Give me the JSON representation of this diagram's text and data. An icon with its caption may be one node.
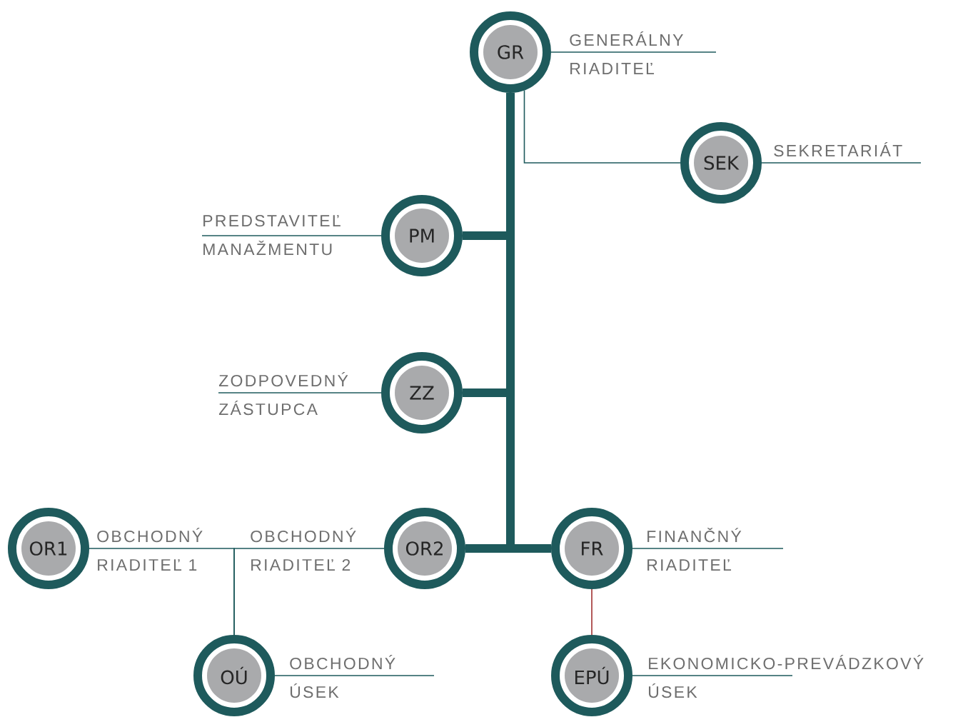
{
  "diagram": {
    "nodes": [
      {
        "text": [
          "GR"
        ],
        "beside": [
          "GENERÁLNY RIADITEĽ"
        ]
      },
      {
        "text": [
          "SEK"
        ],
        "beside": [
          "SEKRETARIÁT"
        ]
      },
      {
        "text": [
          "PM"
        ],
        "beside": [
          "PREDSTAVITEĽ MANAŽMENTU"
        ]
      },
      {
        "text": [
          "ZZ"
        ],
        "beside": [
          "ZODPOVEDNÝ ZÁSTUPCA"
        ]
      },
      {
        "text": [
          "OR1"
        ],
        "beside": [
          "OBCHODNÝ RIADITEĽ 1"
        ]
      },
      {
        "text": [
          "OR2"
        ],
        "beside": [
          "OBCHODNÝ RIADITEĽ 2"
        ]
      },
      {
        "text": [
          "FR"
        ],
        "beside": [
          "FINANČNÝ RIADITEĽ"
        ]
      },
      {
        "text": [
          "OÚ"
        ],
        "beside": [
          "OBCHODNÝ ÚSEK"
        ]
      },
      {
        "text": [
          "EPÚ"
        ],
        "beside": [
          "EKONOMICKO-PREVÁDZKOVÝ ÚSEK"
        ]
      }
    ],
    "edges": [
      {
        "from": 0,
        "to": 2,
        "arrow": "none",
        "style": "thick"
      },
      {
        "from": 0,
        "to": 3,
        "arrow": "none",
        "style": "thick"
      },
      {
        "from": 0,
        "to": 5,
        "arrow": "none",
        "style": "thick"
      },
      {
        "from": 0,
        "to": 6,
        "arrow": "none",
        "style": "thick"
      },
      {
        "from": 0,
        "to": 1,
        "arrow": "none"
      },
      {
        "from": 4,
        "to": 7,
        "arrow": "none"
      },
      {
        "from": 5,
        "to": 7,
        "arrow": "none"
      },
      {
        "from": 6,
        "to": 8,
        "arrow": "none",
        "color": "#a03030"
      }
    ]
  }
}
